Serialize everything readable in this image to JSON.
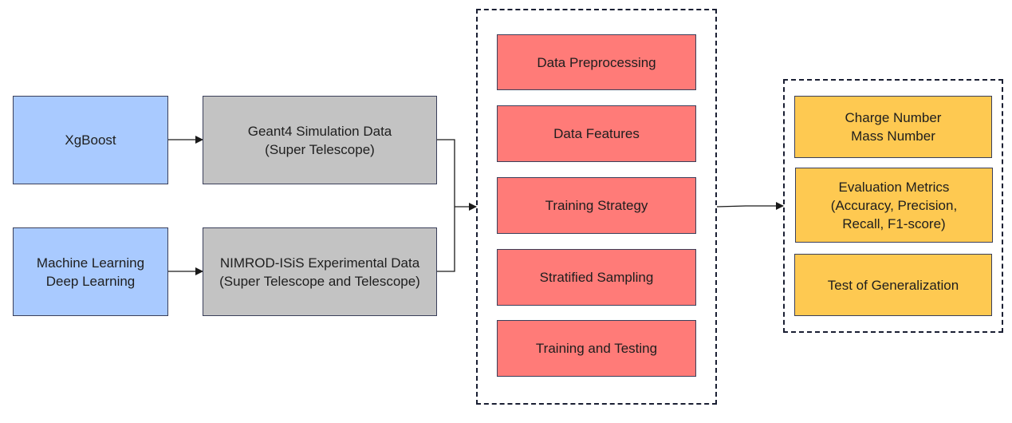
{
  "diagram": {
    "colors": {
      "model_box": "#a9caff",
      "data_box": "#c3c3c3",
      "pipeline_box": "#ff7b78",
      "output_box": "#fec951",
      "border": "#3a3f5a",
      "connector": "#1a1a1a"
    },
    "models": [
      {
        "label": "XgBoost"
      },
      {
        "label": "Machine Learning\nDeep Learning"
      }
    ],
    "datasets": [
      {
        "label": "Geant4 Simulation Data\n(Super Telescope)"
      },
      {
        "label": "NIMROD-ISiS Experimental Data\n(Super Telescope and Telescope)"
      }
    ],
    "pipeline_steps": [
      {
        "label": "Data Preprocessing"
      },
      {
        "label": "Data Features"
      },
      {
        "label": "Training Strategy"
      },
      {
        "label": "Stratified Sampling"
      },
      {
        "label": "Training and Testing"
      }
    ],
    "outputs": [
      {
        "label": "Charge Number\nMass Number"
      },
      {
        "label": "Evaluation Metrics\n(Accuracy, Precision,\nRecall, F1-score)"
      },
      {
        "label": "Test of Generalization"
      }
    ],
    "edges": [
      {
        "from": "XgBoost",
        "to": "Geant4 Simulation Data"
      },
      {
        "from": "Machine Learning / Deep Learning",
        "to": "NIMROD-ISiS Experimental Data"
      },
      {
        "from": "Geant4 Simulation Data",
        "to": "pipeline-group"
      },
      {
        "from": "NIMROD-ISiS Experimental Data",
        "to": "pipeline-group"
      },
      {
        "from": "pipeline-group",
        "to": "output-group"
      }
    ]
  }
}
